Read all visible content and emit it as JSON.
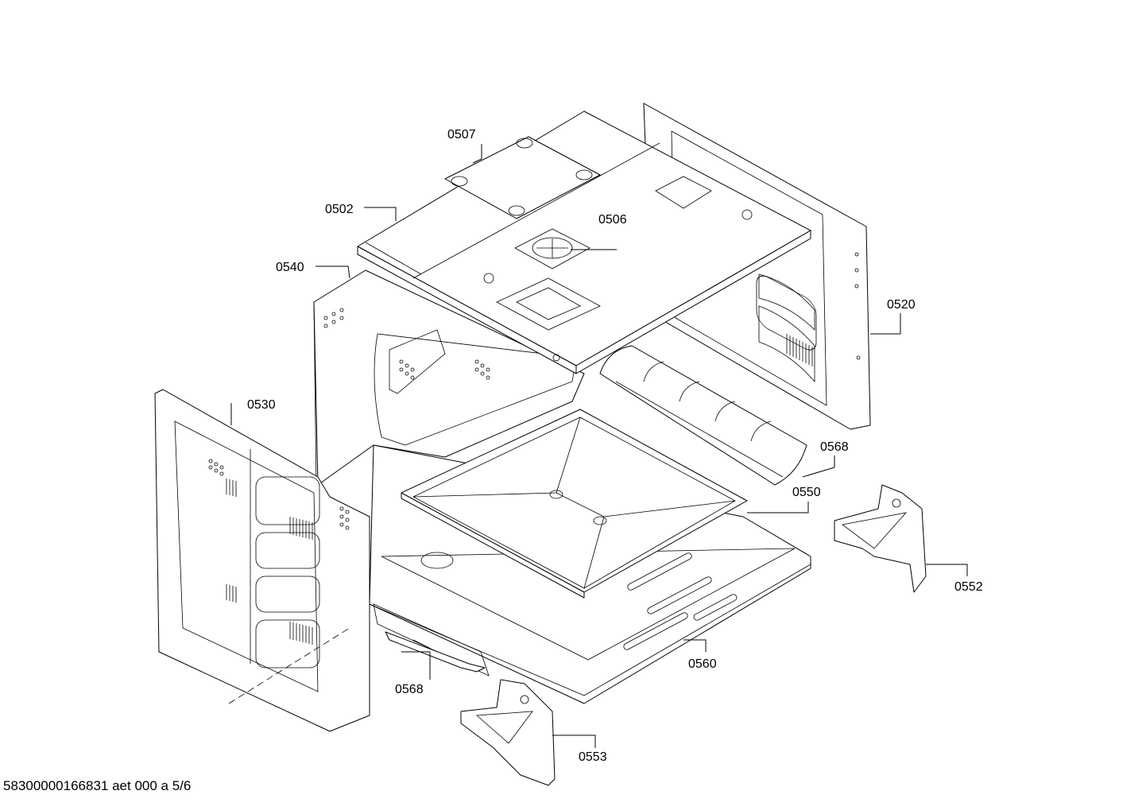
{
  "drawing": {
    "part_labels": [
      {
        "id": "0507",
        "text": "0507"
      },
      {
        "id": "0502",
        "text": "0502"
      },
      {
        "id": "0506",
        "text": "0506"
      },
      {
        "id": "0540",
        "text": "0540"
      },
      {
        "id": "0520",
        "text": "0520"
      },
      {
        "id": "0530",
        "text": "0530"
      },
      {
        "id": "0568a",
        "text": "0568"
      },
      {
        "id": "0550",
        "text": "0550"
      },
      {
        "id": "0552",
        "text": "0552"
      },
      {
        "id": "0560",
        "text": "0560"
      },
      {
        "id": "0568b",
        "text": "0568"
      },
      {
        "id": "0553",
        "text": "0553"
      }
    ],
    "footer": "58300000166831 aet 000 a 5/6"
  }
}
